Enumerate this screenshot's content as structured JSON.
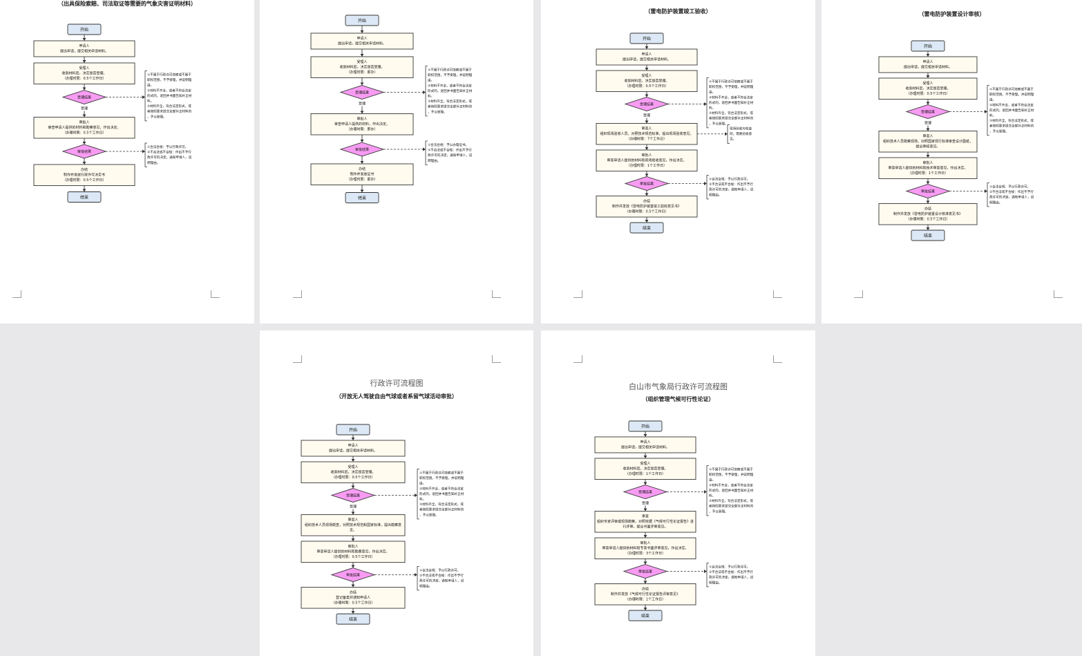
{
  "common": {
    "start": "开始",
    "end": "结束",
    "applicant_role": "申请人",
    "applicant_text": "提出申请，提交相关申请材料。",
    "accept_role": "受理人",
    "accept_text": "收到材料后，决定是否受理。",
    "accept_decision": "受理结果",
    "accepted_label": "受理",
    "review_role": "审批人",
    "review_decision": "审批结果",
    "handle_role": "办结",
    "reject_note_1": "①不属于行政许可范畴或不属于职权范围，不予受理，并说明理由。",
    "reject_note_2": "②材料不齐全，或者不符合法定形式的，退回并书面告知补正材料。",
    "reject_note_3": "③材料齐全，符合法定形式，或者按照要求提交全部补正材料的，予以受理。",
    "approve_note_1": "①合法合规：予以行政许可。",
    "approve_note_2": "②不合法或不合规：作出不予行政许可的决定，通知申请人，说明理由。"
  },
  "pages": [
    {
      "title": "",
      "subtitle": "（出具保险索赔、司法取证等需要的气象灾害证明材料）",
      "accept_time": "（办理时限：0.5个工作日）",
      "review_text": "审查申请人提供的材料和勘察意见，作出决定。",
      "review_time": "（办理时限：0.5个工作日）",
      "handle_text": "制作并发放行政许可决定书",
      "handle_time": "（办理时限：0.5个工作日）",
      "approve_note_1": "①合法合规：予以行政许可。"
    },
    {
      "title": "",
      "subtitle": "",
      "accept_time": "（办理时限：即办）",
      "review_text": "审查申请人提供的材料，作出决定。",
      "review_time": "（办理时限：即办）",
      "handle_text": "制作并发放证书",
      "handle_time": "（办理时限：即办）",
      "approve_note_1": "①合法合规：予以办理证书。"
    },
    {
      "title": "",
      "subtitle": "（雷电防护装置竣工验收）",
      "accept_time": "（办理时限：0.5个工作日）",
      "extra_role": "审查人",
      "extra_text": "组织现场验收人员，对照技术规范标准，提出现场验收意见。",
      "extra_time": "（办理时限：7个工作日）",
      "extra_note": "现场验收与检查同，需要验收意见。",
      "review_text": "审查申请人提供的材料和现场验收意见，作出决定。",
      "review_time": "（办理时限：1个工作日）",
      "handle_text": "制作并发放《雷电防护装置竣工验收意见书》",
      "handle_time": "（办理时限：0.5个工作日）",
      "approve_note_1": "①合法合规：予以行政许可。"
    },
    {
      "title": "",
      "subtitle": "（雷电防护装置设计审核）",
      "accept_time": "（办理时限：0.5个工作日）",
      "extra_role": "审查人",
      "extra_text": "组织技术人员勘察现场，对照国家现行标准审查设计图纸，提出审核意见。",
      "extra_time": "",
      "review_text": "审查申请人提供的材料和技术审查意见，作出决定。",
      "review_time": "（办理时限：1个工作日）",
      "handle_text": "制作并发放《雷电防护装置设计核准意见书》",
      "handle_time": "（办理时限：0.5个工作日）",
      "approve_note_1": "①合法合规：予以行政许可。"
    },
    {
      "title": "行政许可流程图",
      "subtitle": "（开放无人驾驶自由气球或者系留气球活动审批）",
      "accept_time": "（办理时限：0.5个工作日）",
      "extra_role": "审查人",
      "extra_text": "组织技术人员现场勘查，对照技术规范和国家标准，提出勘察意见。",
      "extra_time": "",
      "review_text": "审查申请人提供的材料和勘察意见，作出决定。",
      "review_time": "（办理时限：0.5个工作日）",
      "handle_text": "登记备案并通知申请人",
      "handle_time": "（办理时限：0.5个工作日）",
      "approve_note_1": "①合法合规：予以行政许可。"
    },
    {
      "title": "白山市气象局行政许可流程图",
      "subtitle": "（组织管理气候可行性论证）",
      "accept_time": "（办理时限：1个工作日）",
      "extra_role": "审查",
      "extra_text": "组织专家评审或现场勘察，对照依据《气候可行性论证报告》进行评审，提出书面评审意见。",
      "extra_time": "",
      "review_text": "审查申请人提供的材料和专家书面评审意见，作出决定。",
      "review_time": "（办理时限：3个工作日）",
      "handle_text": "制作并发放《气候可行性论证报告评审意见》",
      "handle_time": "（办理时限：1个工作日）",
      "approve_note_1": "①合法合规：予以行政许可。"
    }
  ],
  "colors": {
    "terminal_fill": "#dce8f5",
    "process_fill": "#fffbef",
    "decision_fill": "#f79cf2",
    "border": "#333333",
    "gutter": "#e8e8ea"
  }
}
